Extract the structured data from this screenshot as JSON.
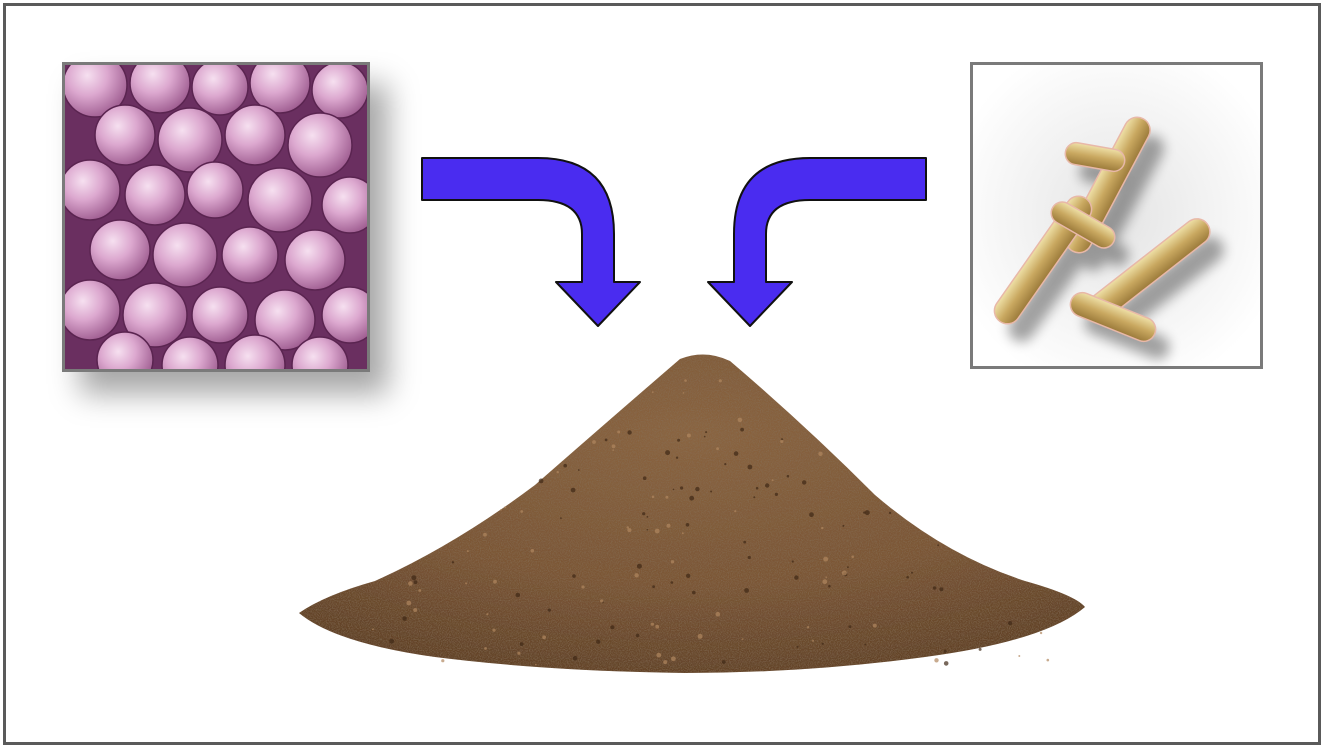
{
  "figure": {
    "panels": [
      {
        "id": "cocci",
        "icon": "spherical-bacteria-micrograph"
      },
      {
        "id": "bacilli",
        "icon": "rod-bacteria-illustration"
      }
    ],
    "arrows": [
      {
        "id": "left",
        "direction": "down-right-to-center",
        "color": "#4a2cf0"
      },
      {
        "id": "right",
        "direction": "down-left-to-center",
        "color": "#4a2cf0"
      }
    ],
    "pile": {
      "icon": "soil-powder-pile",
      "color": "#7a5535"
    },
    "colors": {
      "frame": "#5a5a5a",
      "panel_border": "#7a7a7a",
      "cocci_fill": "#d9a0c8",
      "cocci_background": "#7a3c6e",
      "bacilli_fill": "#c9a860",
      "arrow_fill": "#4a2cf0"
    }
  }
}
